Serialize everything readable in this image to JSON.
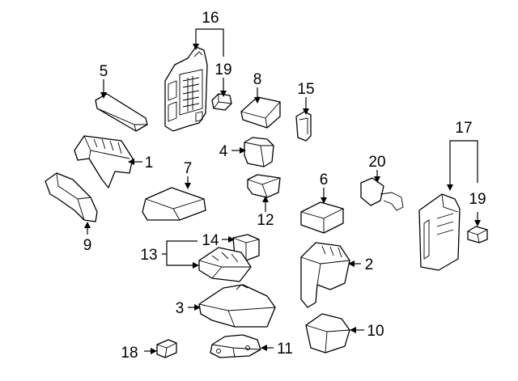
{
  "diagram": {
    "callouts": [
      {
        "key": "c1",
        "text": "1"
      },
      {
        "key": "c2",
        "text": "2"
      },
      {
        "key": "c3",
        "text": "3"
      },
      {
        "key": "c4",
        "text": "4"
      },
      {
        "key": "c5",
        "text": "5"
      },
      {
        "key": "c6",
        "text": "6"
      },
      {
        "key": "c7",
        "text": "7"
      },
      {
        "key": "c8",
        "text": "8"
      },
      {
        "key": "c9",
        "text": "9"
      },
      {
        "key": "c10",
        "text": "10"
      },
      {
        "key": "c11",
        "text": "11"
      },
      {
        "key": "c12",
        "text": "12"
      },
      {
        "key": "c13",
        "text": "13"
      },
      {
        "key": "c14",
        "text": "14"
      },
      {
        "key": "c15",
        "text": "15"
      },
      {
        "key": "c16",
        "text": "16"
      },
      {
        "key": "c17",
        "text": "17"
      },
      {
        "key": "c18",
        "text": "18"
      },
      {
        "key": "c19a",
        "text": "19"
      },
      {
        "key": "c19b",
        "text": "19"
      },
      {
        "key": "c20",
        "text": "20"
      }
    ]
  }
}
